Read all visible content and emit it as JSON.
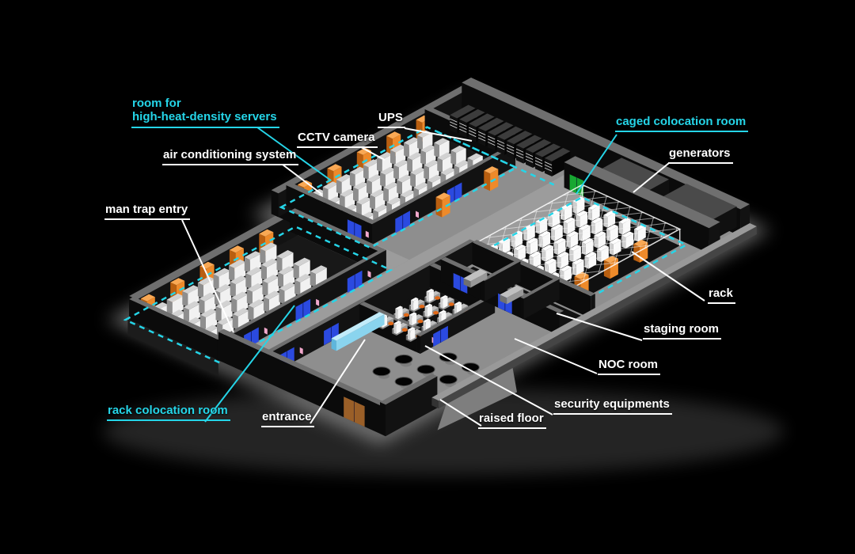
{
  "diagram": {
    "type": "isometric-datacenter-floor-plan",
    "background": "#000000"
  },
  "colors": {
    "accent_cyan": "#25d5e8",
    "label_white": "#ffffff",
    "ac_orange": "#ee8a2a",
    "door_blue": "#2b4ae0",
    "door_green": "#18a832",
    "door_wood": "#9a5f28",
    "reader_pink": "#f2a8cc",
    "turnstile_blue": "#8ad4ee"
  },
  "labels": {
    "high_heat_room": {
      "line1": "room for",
      "line2": "high-heat-density servers"
    },
    "air_conditioning": "air conditioning system",
    "cctv": "CCTV camera",
    "ups": "UPS",
    "caged_room": "caged colocation room",
    "generators": "generators",
    "man_trap": "man trap entry",
    "rack": "rack",
    "staging_room": "staging room",
    "noc_room": "NOC room",
    "security": "security equipments",
    "raised_floor": "raised floor",
    "entrance": "entrance",
    "rack_colocation_room": "rack colocation room"
  }
}
